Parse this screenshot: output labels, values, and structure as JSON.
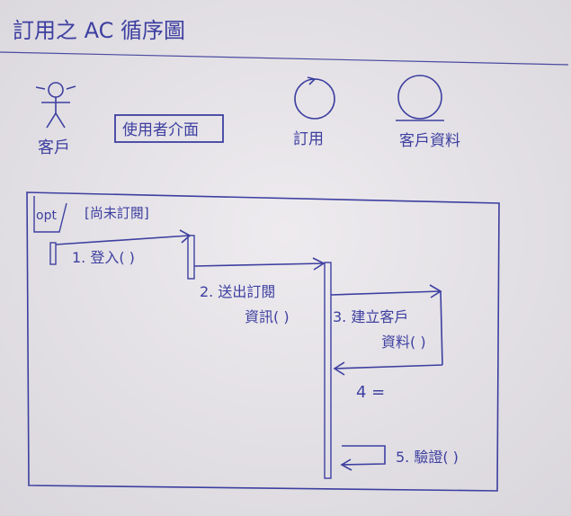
{
  "title": "訂用之 AC 循序圖",
  "actors": {
    "customer": "客戶",
    "ui": "使用者介面",
    "subscription": "訂用",
    "customer_data": "客戶資料"
  },
  "fragment": {
    "operator": "opt",
    "guard": "[尚未訂閱]"
  },
  "messages": {
    "m1": "1. 登入( )",
    "m2_line1": "2. 送出訂閱",
    "m2_line2": "資訊( )",
    "m3_line1": "3. 建立客戶",
    "m3_line2": "資料( )",
    "m4": "4 =",
    "m5": "5. 驗證( )"
  },
  "colors": {
    "ink": "#3d3fa0",
    "paper": "#e9e6ea"
  }
}
